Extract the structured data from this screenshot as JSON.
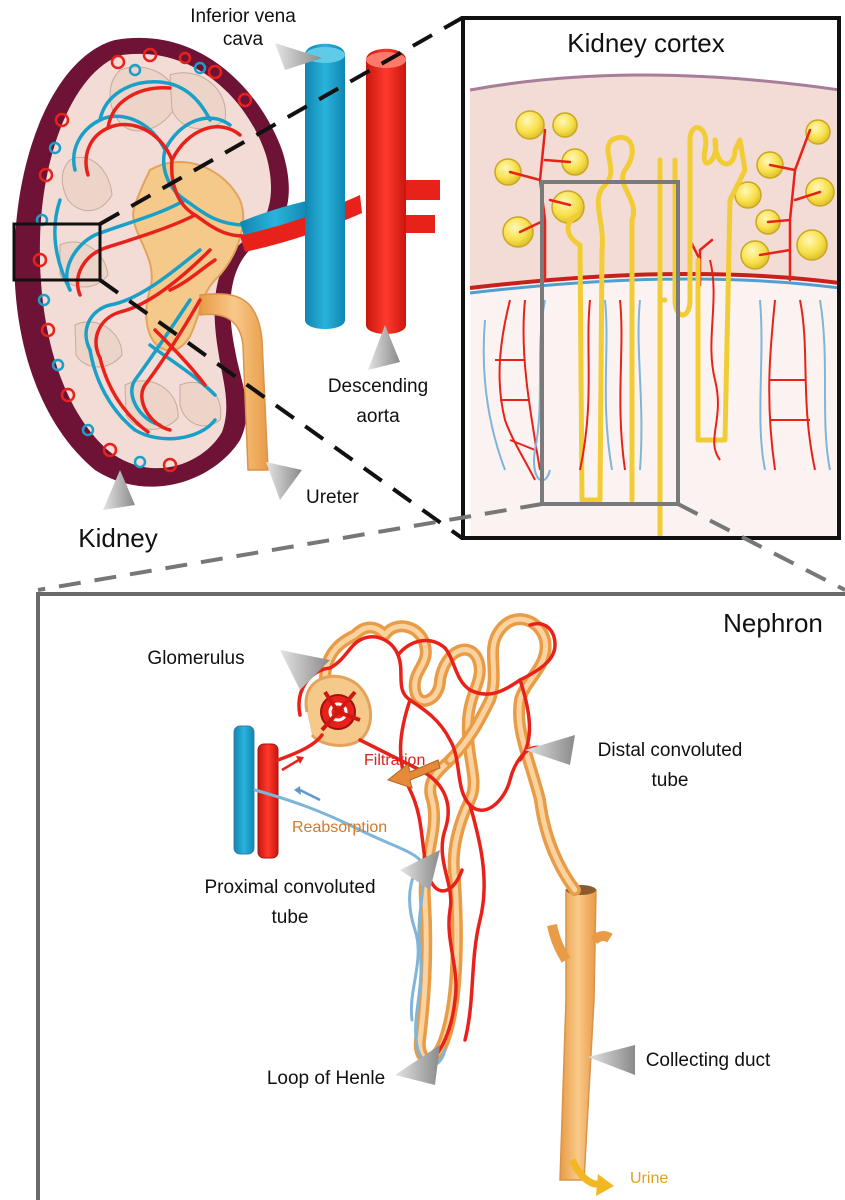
{
  "labels": {
    "inferior_vena_cava_line1": "Inferior vena",
    "inferior_vena_cava_line2": "cava",
    "kidney_cortex_title": "Kidney cortex",
    "descending_aorta_line1": "Descending",
    "descending_aorta_line2": "aorta",
    "ureter": "Ureter",
    "kidney": "Kidney",
    "nephron_title": "Nephron",
    "glomerulus": "Glomerulus",
    "filtration": "Filtration",
    "reabsorption": "Reabsorption",
    "distal_line1": "Distal convoluted",
    "distal_line2": "tube",
    "proximal_line1": "Proximal convoluted",
    "proximal_line2": "tube",
    "loop_of_henle": "Loop of Henle",
    "collecting_duct": "Collecting duct",
    "urine": "Urine"
  },
  "colors": {
    "artery_red": "#e8221b",
    "vein_blue": "#1aa0c8",
    "tubule_yellow": "#f2cc35",
    "nephron_tan": "#f5bf78",
    "kidney_outer": "#6e1236",
    "cortex_pink": "#f3dcd5",
    "filtration_text": "#d8231c",
    "reabsorption_text": "#d27a2a",
    "urine_text": "#e0a020",
    "pointer_gray": "#9a9a9a"
  }
}
